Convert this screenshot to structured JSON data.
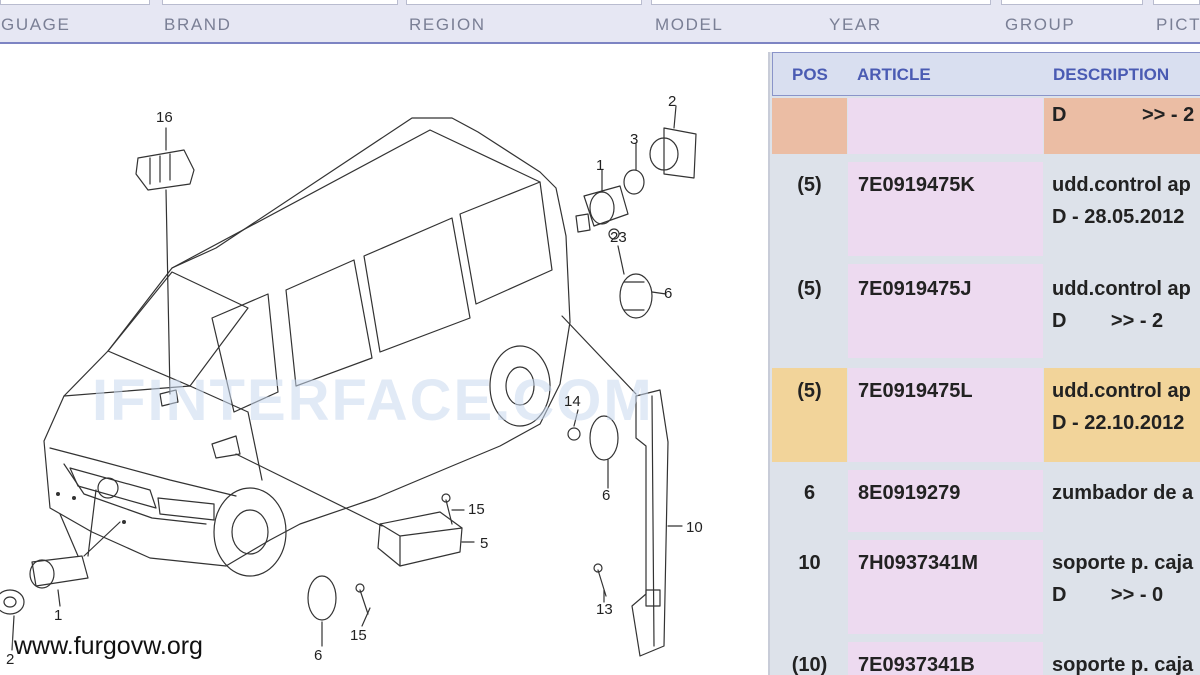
{
  "filters": [
    {
      "label": "GUAGE"
    },
    {
      "label": "BRAND"
    },
    {
      "label": "REGION"
    },
    {
      "label": "MODEL"
    },
    {
      "label": "YEAR"
    },
    {
      "label": "GROUP"
    },
    {
      "label": "PICT"
    }
  ],
  "table": {
    "headers": {
      "pos": "POS",
      "article": "ARTICLE",
      "description": "DESCRIPTION"
    },
    "rows": [
      {
        "pos": "",
        "article": "",
        "desc1": "D",
        "desc1b": ">> - 2",
        "desc2": "",
        "style": "orange-top"
      },
      {
        "pos": "(5)",
        "article": "7E0919475K",
        "desc1": "udd.control ap",
        "desc1b": "",
        "desc2": "D - 28.05.2012",
        "style": "gray"
      },
      {
        "pos": "(5)",
        "article": "7E0919475J",
        "desc1": "udd.control ap",
        "desc1b": "",
        "desc2": "D        >> - 2",
        "style": "gray"
      },
      {
        "pos": "(5)",
        "article": "7E0919475L",
        "desc1": "udd.control ap",
        "desc1b": "",
        "desc2": "D - 22.10.2012",
        "style": "yellow"
      },
      {
        "pos": "6",
        "article": "8E0919279",
        "desc1": "zumbador de a",
        "desc1b": "",
        "desc2": "",
        "style": "gray"
      },
      {
        "pos": "10",
        "article": "7H0937341M",
        "desc1": "soporte p. caja",
        "desc1b": "",
        "desc2": "D        >> - 0",
        "style": "gray"
      },
      {
        "pos": "(10)",
        "article": "7E0937341B",
        "desc1": "soporte p. caja",
        "desc1b": "",
        "desc2": "",
        "style": "gray"
      }
    ]
  },
  "diagram": {
    "callouts": [
      "16",
      "2",
      "3",
      "1",
      "23",
      "6",
      "14",
      "6",
      "15",
      "5",
      "10",
      "13",
      "15",
      "6",
      "1",
      "2"
    ],
    "watermark": "IFINTERFACE.COM",
    "site_credit": "www.furgovw.org"
  }
}
